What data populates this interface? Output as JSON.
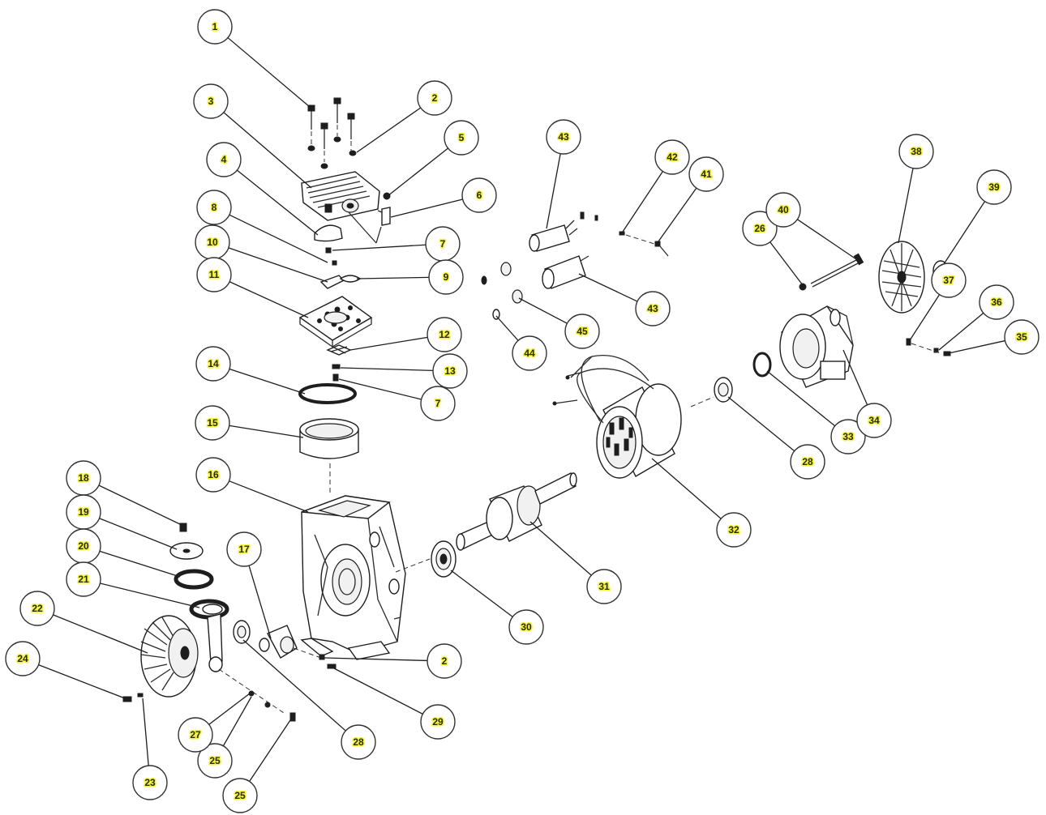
{
  "callouts": [
    {
      "id": "c1",
      "label": "1"
    },
    {
      "id": "c2a",
      "label": "2"
    },
    {
      "id": "c3",
      "label": "3"
    },
    {
      "id": "c4",
      "label": "4"
    },
    {
      "id": "c5",
      "label": "5"
    },
    {
      "id": "c6",
      "label": "6"
    },
    {
      "id": "c7a",
      "label": "7"
    },
    {
      "id": "c8",
      "label": "8"
    },
    {
      "id": "c9",
      "label": "9"
    },
    {
      "id": "c10",
      "label": "10"
    },
    {
      "id": "c11",
      "label": "11"
    },
    {
      "id": "c12",
      "label": "12"
    },
    {
      "id": "c13",
      "label": "13"
    },
    {
      "id": "c7b",
      "label": "7"
    },
    {
      "id": "c14",
      "label": "14"
    },
    {
      "id": "c15",
      "label": "15"
    },
    {
      "id": "c16",
      "label": "16"
    },
    {
      "id": "c17",
      "label": "17"
    },
    {
      "id": "c18",
      "label": "18"
    },
    {
      "id": "c19",
      "label": "19"
    },
    {
      "id": "c20",
      "label": "20"
    },
    {
      "id": "c21",
      "label": "21"
    },
    {
      "id": "c22",
      "label": "22"
    },
    {
      "id": "c23",
      "label": "23"
    },
    {
      "id": "c24",
      "label": "24"
    },
    {
      "id": "c25a",
      "label": "25"
    },
    {
      "id": "c25b",
      "label": "25"
    },
    {
      "id": "c26",
      "label": "26"
    },
    {
      "id": "c27",
      "label": "27"
    },
    {
      "id": "c28a",
      "label": "28"
    },
    {
      "id": "c28b",
      "label": "28"
    },
    {
      "id": "c29",
      "label": "29"
    },
    {
      "id": "c2b",
      "label": "2"
    },
    {
      "id": "c30",
      "label": "30"
    },
    {
      "id": "c31",
      "label": "31"
    },
    {
      "id": "c32",
      "label": "32"
    },
    {
      "id": "c33",
      "label": "33"
    },
    {
      "id": "c34",
      "label": "34"
    },
    {
      "id": "c35",
      "label": "35"
    },
    {
      "id": "c36",
      "label": "36"
    },
    {
      "id": "c37",
      "label": "37"
    },
    {
      "id": "c38",
      "label": "38"
    },
    {
      "id": "c39",
      "label": "39"
    },
    {
      "id": "c40",
      "label": "40"
    },
    {
      "id": "c41",
      "label": "41"
    },
    {
      "id": "c42",
      "label": "42"
    },
    {
      "id": "c43a",
      "label": "43"
    },
    {
      "id": "c43b",
      "label": "43"
    },
    {
      "id": "c44",
      "label": "44"
    },
    {
      "id": "c45",
      "label": "45"
    }
  ],
  "colors": {
    "label_fill": "#f2f24a",
    "label_text": "#2b2b00",
    "line": "#1e1e1e"
  }
}
